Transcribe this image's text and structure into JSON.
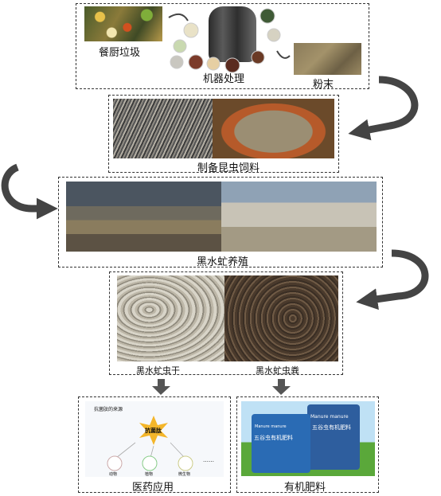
{
  "stage1": {
    "food_waste": "餐厨垃圾",
    "machine": "机器处理",
    "powder": "粉末"
  },
  "stage2": {
    "label": "制备昆虫饲料"
  },
  "stage3": {
    "label": "黑水虻养殖"
  },
  "stage4": {
    "larvae": "黑水虻虫干",
    "frass": "黑水虻虫粪"
  },
  "stage5": {
    "pharma": {
      "label": "医药应用",
      "inset_title": "抗菌肽的来源",
      "center": "抗菌肽",
      "items": [
        "动物",
        "植物",
        "微生物"
      ],
      "ellipsis": "……"
    },
    "fertilizer": {
      "label": "有机肥料",
      "pkg_brand": "Manure manure",
      "pkg_title": "五谷虫有机肥料"
    }
  }
}
